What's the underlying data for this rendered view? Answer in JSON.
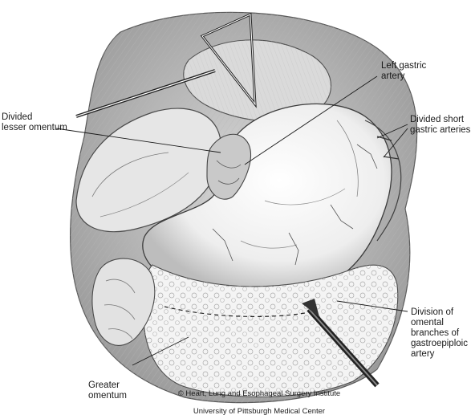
{
  "labels": {
    "left_gastric_artery": "Left gastric\nartery",
    "divided_lesser_omentum": "Divided\nlesser omentum",
    "divided_short_gastric_arteries": "Divided short\ngastric arteries",
    "division_of_omental_branches": "Division of\nomental\nbranches of\ngastroepiploic\nartery",
    "greater_omentum": "Greater\nomentum"
  },
  "credit": {
    "line1": "© Heart, Lung and Esophageal Surgery Institute",
    "line2": "University of Pittsburgh Medical Center"
  }
}
